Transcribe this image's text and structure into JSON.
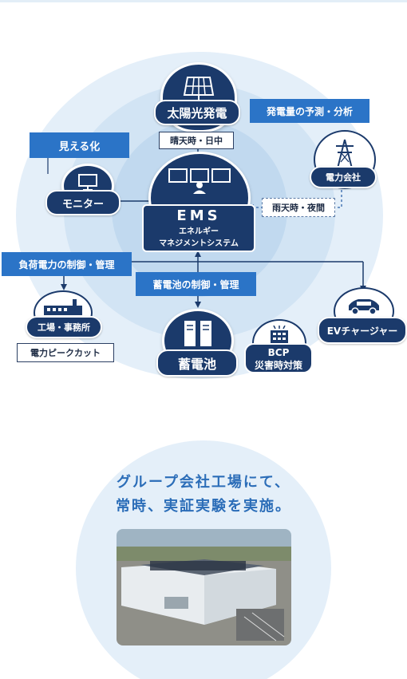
{
  "diagram": {
    "nodes": {
      "solar": "太陽光発電",
      "forecast": "発電量の予測・分析",
      "visualize": "見える化",
      "weather_day": "晴天時・日中",
      "utility": "電力会社",
      "monitor": "モニター",
      "ems_title": "EMS",
      "ems_sub1": "エネルギー",
      "ems_sub2": "マネジメントシステム",
      "weather_night": "雨天時・夜間",
      "load_control": "負荷電力の制御・管理",
      "battery_control": "蓄電池の制御・管理",
      "factory": "工場・事務所",
      "peak_cut": "電力ピークカット",
      "battery": "蓄電池",
      "bcp_line1": "BCP",
      "bcp_line2": "災害時対策",
      "ev": "EVチャージャー"
    },
    "icons": [
      "solar-panel-icon",
      "transmission-tower-icon",
      "computer-monitor-icon",
      "ems-screens-icon",
      "factory-icon",
      "battery-cabinet-icon",
      "building-icon",
      "ev-car-icon"
    ],
    "colors": {
      "navy": "#1b3a6b",
      "blue": "#2b74c7",
      "light_blue": "#dbe9f6"
    }
  },
  "caption": {
    "line1": "グループ会社工場にて、",
    "line2": "常時、実証実験を実施。"
  },
  "photo": {
    "label": "factory-aerial-photo"
  }
}
